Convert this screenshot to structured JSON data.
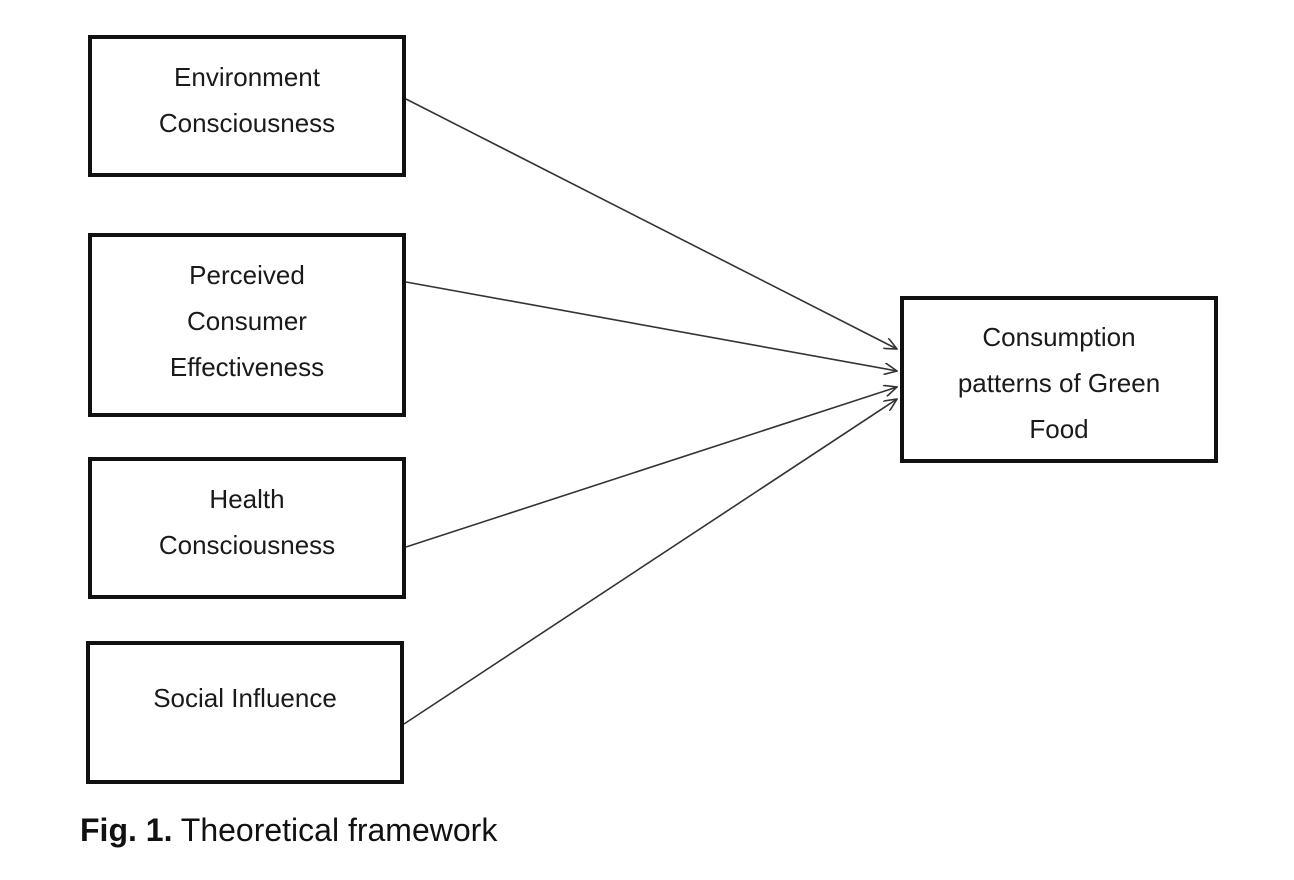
{
  "nodes": {
    "environment": "Environment\nConsciousness",
    "perceived": "Perceived\nConsumer\nEffectiveness",
    "health": "Health\nConsciousness",
    "social": "Social Influence",
    "target": "Consumption\npatterns of Green\nFood"
  },
  "caption": {
    "label": "Fig. 1.",
    "text": " Theoretical framework"
  },
  "edges": [
    {
      "from": "environment",
      "to": "target"
    },
    {
      "from": "perceived",
      "to": "target"
    },
    {
      "from": "health",
      "to": "target"
    },
    {
      "from": "social",
      "to": "target"
    }
  ]
}
